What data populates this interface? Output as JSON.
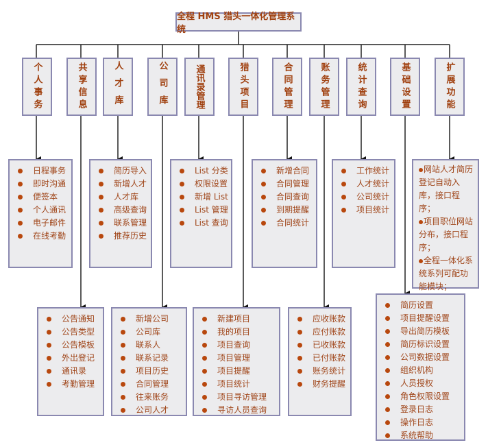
{
  "title": "全程 HMS 猎头一体化管理系统",
  "modules": [
    {
      "label": "个人事务",
      "items": [
        "日程事务",
        "即时沟通",
        "便签本",
        "个人通讯",
        "电子邮件",
        "在线考勤"
      ]
    },
    {
      "label": "共享信息",
      "items": [
        "公告通知",
        "公告类型",
        "公告模板",
        "外出登记",
        "通讯录",
        "考勤管理"
      ]
    },
    {
      "label": "人才库",
      "items": [
        "简历导入",
        "新增人才",
        "人才库",
        "高级查询",
        "联系管理",
        "推荐历史"
      ]
    },
    {
      "label": "公司库",
      "items": [
        "新增公司",
        "公司库",
        "联系人",
        "联系记录",
        "项目历史",
        "合同管理",
        "往来账务",
        "公司人才"
      ]
    },
    {
      "label": "通讯录管理",
      "items": [
        "List 分类",
        "权限设置",
        "新增 List",
        "List 管理",
        "List 查询"
      ]
    },
    {
      "label": "猎头项目",
      "items": [
        "新建项目",
        "我的项目",
        "项目查询",
        "项目管理",
        "项目提醒",
        "项目统计",
        "项目寻访管理",
        "寻访人员查询"
      ]
    },
    {
      "label": "合同管理",
      "items": [
        "新增合同",
        "合同管理",
        "合同查询",
        "到期提醒",
        "合同统计"
      ]
    },
    {
      "label": "账务管理",
      "items": [
        "应收账款",
        "应付账款",
        "已收账款",
        "已付账款",
        "账务统计",
        "财务提醒"
      ]
    },
    {
      "label": "统计查询",
      "items": [
        "工作统计",
        "人才统计",
        "公司统计",
        "项目统计"
      ]
    },
    {
      "label": "基础设置",
      "items": [
        "简历设置",
        "项目提醒设置",
        "导出简历模板",
        "简历标识设置",
        "公司数据设置",
        "组织机构",
        "人员授权",
        "角色权限设置",
        "登录日志",
        "操作日志",
        "系统帮助"
      ]
    },
    {
      "label": "扩展功能",
      "notes": [
        "网站人才简历登记自动入库，接口程序；",
        "项目职位网站分布，接口程序；",
        "全程一体化系统系列可配功能模块；"
      ]
    }
  ],
  "colors": {
    "text": "#a0461a",
    "border": "#8a88b0",
    "box_bg": "#ececee",
    "line": "#222222"
  }
}
